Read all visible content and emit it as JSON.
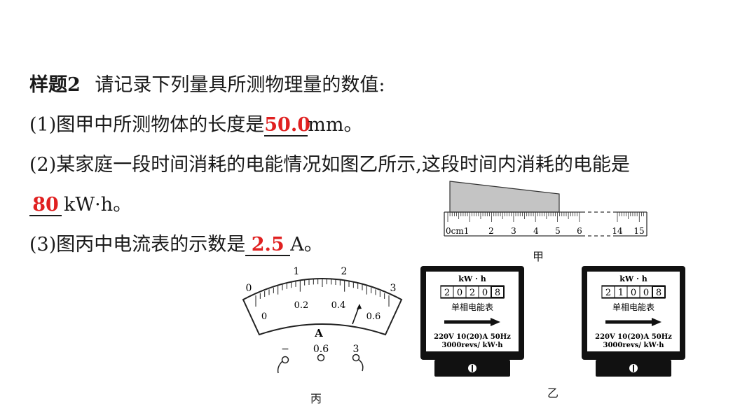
{
  "question": {
    "label": "样题2",
    "prompt": "请记录下列量具所测物理量的数值:",
    "item1_prefix": "(1)图甲中所测物体的长度是",
    "item1_answer": "50.0",
    "item1_unit": "mm。",
    "item2_text": "(2)某家庭一段时间消耗的电能情况如图乙所示,这段时间内消耗的电能是",
    "item2_answer": "80",
    "item2_unit": "kW·h。",
    "item3_prefix": "(3)图丙中电流表的示数是",
    "item3_answer": "2.5",
    "item3_unit": "A。"
  },
  "figure_jia": {
    "caption": "甲",
    "zero_label": "0cm1",
    "tick_labels": [
      "2",
      "3",
      "4",
      "5",
      "6",
      "14",
      "15"
    ]
  },
  "figure_bing": {
    "caption": "丙",
    "upper_scale": [
      "0",
      "1",
      "2",
      "3"
    ],
    "lower_scale": [
      "0",
      "0.2",
      "0.4",
      "0.6"
    ],
    "unit_label": "A",
    "terminals": [
      "−",
      "0.6",
      "3"
    ]
  },
  "figure_yi": {
    "caption": "乙",
    "meters": [
      {
        "unit": "kW · h",
        "digits": [
          "2",
          "0",
          "2",
          "0",
          "8"
        ],
        "name": "单相电能表",
        "spec1": "220V 10(20)A 50Hz",
        "spec2": "3000revs/ kW·h"
      },
      {
        "unit": "kW · h",
        "digits": [
          "2",
          "1",
          "0",
          "0",
          "8"
        ],
        "name": "单相电能表",
        "spec1": "220V 10(20)A 50Hz",
        "spec2": "3000revs/ kW·h"
      }
    ]
  }
}
